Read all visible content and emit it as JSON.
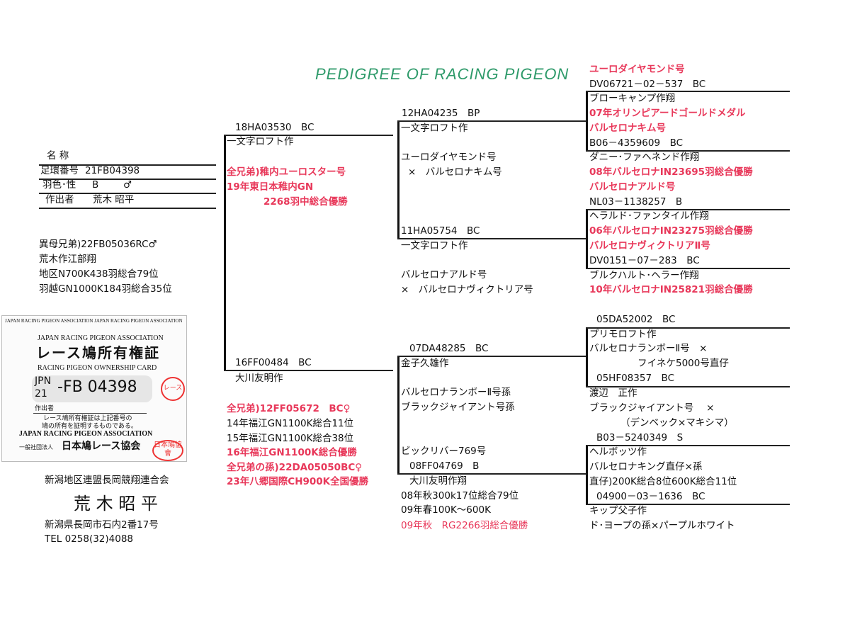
{
  "title": "PEDIGREE OF RACING PIGEON",
  "info": {
    "name_label": "名 称",
    "ring_label": "足環番号",
    "ring_value": "21FB04398",
    "color_sex_label": "羽色･性",
    "color": "B",
    "sex": "♂",
    "breeder_label": "作出者",
    "breeder": "荒木 昭平"
  },
  "sibling_notes": [
    "異母兄弟)22FB05036RC♂",
    "荒木作江部翔",
    "地区N700K438羽総合79位",
    "羽越GN1000K184羽総合35位"
  ],
  "card": {
    "border_text": "JAPAN RACING PIGEON ASSOCIATION JAPAN RACING PIGEON ASSOCIATION",
    "assoc_en": "JAPAN RACING PIGEON ASSOCIATION",
    "title_ja": "レース鳩所有権証",
    "title_en": "RACING PIGEON OWNERSHIP CARD",
    "country": "JPN",
    "year": "21",
    "ring": "-FB 04398",
    "breeder_label": "作出者",
    "statement_1": "レース鳩所有権証は上記番号の",
    "statement_2": "鳩の所有を証明するものである。",
    "assoc_en_2": "JAPAN RACING PIGEON ASSOCIATION",
    "assoc_ja_prefix": "一般社団法人",
    "assoc_ja": "日本鳩レース協会",
    "seal": "日本鳩協會",
    "seal2": "レース"
  },
  "owner": {
    "club": "新潟地区連盟長岡競翔連合会",
    "name": "荒 木 昭 平",
    "address": "新潟県長岡市石内2番17号",
    "tel": "TEL 0258(32)4088"
  },
  "sire": {
    "ring": "18HA03530　BC",
    "breeder": "一文字ロフト作",
    "notes": [
      "全兄弟)稚内ユーロスター号",
      "19年東日本稚内GN",
      "2268羽中総合優勝"
    ]
  },
  "dam": {
    "ring": "16FF00484　BC",
    "breeder": "大川友明作",
    "notes": [
      "全兄弟)12FF05672　BC♀",
      "14年福江GN1100K総合11位",
      "15年福江GN1100K総合38位",
      "16年福江GN1100K総合優勝",
      "全兄弟の孫)22DA05050BC♀",
      "23年八郷国際CH900K全国優勝"
    ]
  },
  "ss": {
    "ring": "12HA04235　BP",
    "breeder": "一文字ロフト作",
    "pedigree": [
      "ユーロダイヤモンド号",
      "×　バルセロナキム号"
    ]
  },
  "sd": {
    "ring": "11HA05754　BC",
    "breeder": "一文字ロフト作",
    "pedigree": [
      "バルセロナアルド号",
      "×　バルセロナヴィクトリア号"
    ]
  },
  "ds": {
    "ring": "07DA48285　BC",
    "breeder": "金子久雄作",
    "pedigree": [
      "バルセロナランボーⅡ号孫",
      "ブラックジャイアント号孫"
    ]
  },
  "dd": {
    "name": "ビックリバー769号",
    "ring": "08FF04769　B",
    "breeder": "大川友明作翔",
    "notes": [
      "08年秋300k17位総合79位",
      "09年春100K～600K",
      "09年秋　RG2266羽総合優勝"
    ]
  },
  "g3": {
    "sss": {
      "name": "ユーロダイヤモンド号",
      "ring": "DV06721－02－537　BC"
    },
    "ssd": {
      "breeder": "ブローキャンプ作翔",
      "win": "07年オリンピアードゴールドメダル",
      "name": "バルセロナキム号",
      "ring": "B06－4359609　BC"
    },
    "sds": {
      "breeder": "ダニー･ファヘネンド作翔",
      "win": "08年バルセロナIN23695羽総合優勝",
      "name": "バルセロナアルド号",
      "ring": "NL03－1138257　B"
    },
    "sdd": {
      "breeder": "ヘラルド･ファンタイル作翔",
      "win": "06年バルセロナIN23275羽総合優勝",
      "name": "バルセロナヴィクトリアⅡ号",
      "ring": "DV0151－07－283　BC"
    },
    "sdd_tail": {
      "breeder": "ブルクハルト･ヘラー作翔",
      "win": "10年バルセロナIN25821羽総合優勝"
    },
    "dss": {
      "ring": "05DA52002　BC",
      "breeder": "プリモロフト作",
      "ped1": "バルセロナランボーⅡ号　×",
      "ped2": "フイネケ5000号直仔"
    },
    "dsd": {
      "ring": "05HF08357　BC",
      "breeder": "渡辺　正作",
      "ped1": "ブラックジャイアント号　 ×",
      "ped2": "（デンベック×マキシマ）"
    },
    "dds": {
      "ring": "B03－5240349　S",
      "breeder": "ヘルボッツ作",
      "ped1": "バルセロナキング直仔×孫",
      "ped2": "直仔)200K総合8位600K総合11位"
    },
    "ddd": {
      "ring": "04900－03－1636　BC",
      "breeder": "キップ父子作",
      "ped1": "ド･ヨープの孫×パープルホワイト"
    }
  },
  "colors": {
    "red": "#e8385a",
    "title_green": "#2e9a6a"
  }
}
